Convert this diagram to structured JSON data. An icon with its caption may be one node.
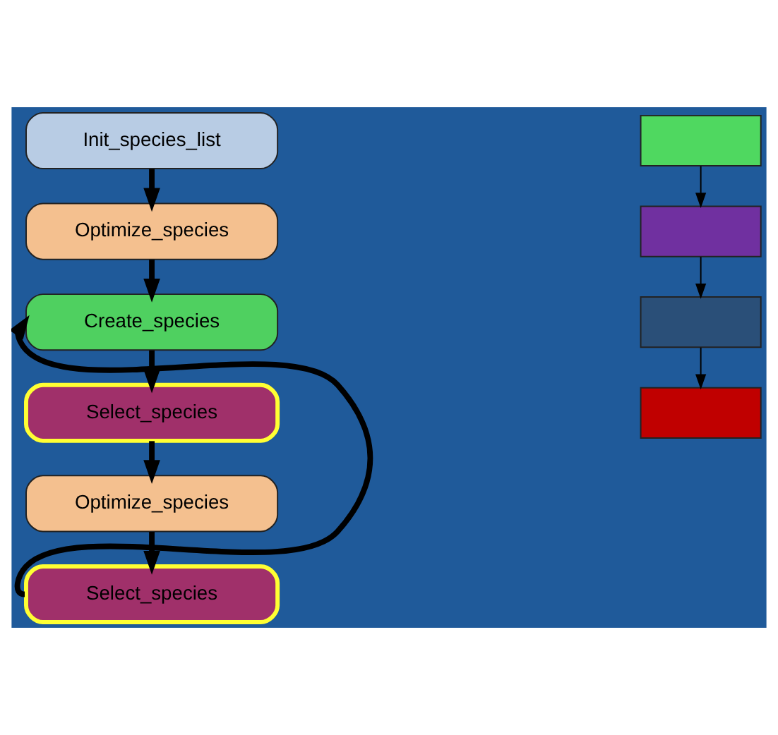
{
  "diagram": {
    "nodes": [
      {
        "text": [
          "Init_species_list"
        ]
      },
      {
        "text": [
          "Optimize_species"
        ]
      },
      {
        "text": [
          "Create_species"
        ]
      },
      {
        "text": [
          "Select_species"
        ]
      },
      {
        "text": [
          "Optimize_species"
        ]
      },
      {
        "text": [
          "Select_species"
        ]
      },
      {
        "text": [],
        "shape": "box"
      },
      {
        "text": [],
        "shape": "box"
      },
      {
        "text": [],
        "shape": "box"
      },
      {
        "text": [],
        "shape": "box"
      }
    ],
    "edges": [
      {
        "from": 0,
        "to": 1,
        "arrow": "to"
      },
      {
        "from": 1,
        "to": 2,
        "arrow": "to"
      },
      {
        "from": 2,
        "to": 3,
        "arrow": "to"
      },
      {
        "from": 3,
        "to": 4,
        "arrow": "to"
      },
      {
        "from": 4,
        "to": 5,
        "arrow": "to"
      },
      {
        "from": 5,
        "to": 2,
        "arrow": "to"
      },
      {
        "from": 6,
        "to": 7,
        "arrow": "to"
      },
      {
        "from": 7,
        "to": 8,
        "arrow": "to"
      },
      {
        "from": 8,
        "to": 9,
        "arrow": "to"
      }
    ]
  }
}
